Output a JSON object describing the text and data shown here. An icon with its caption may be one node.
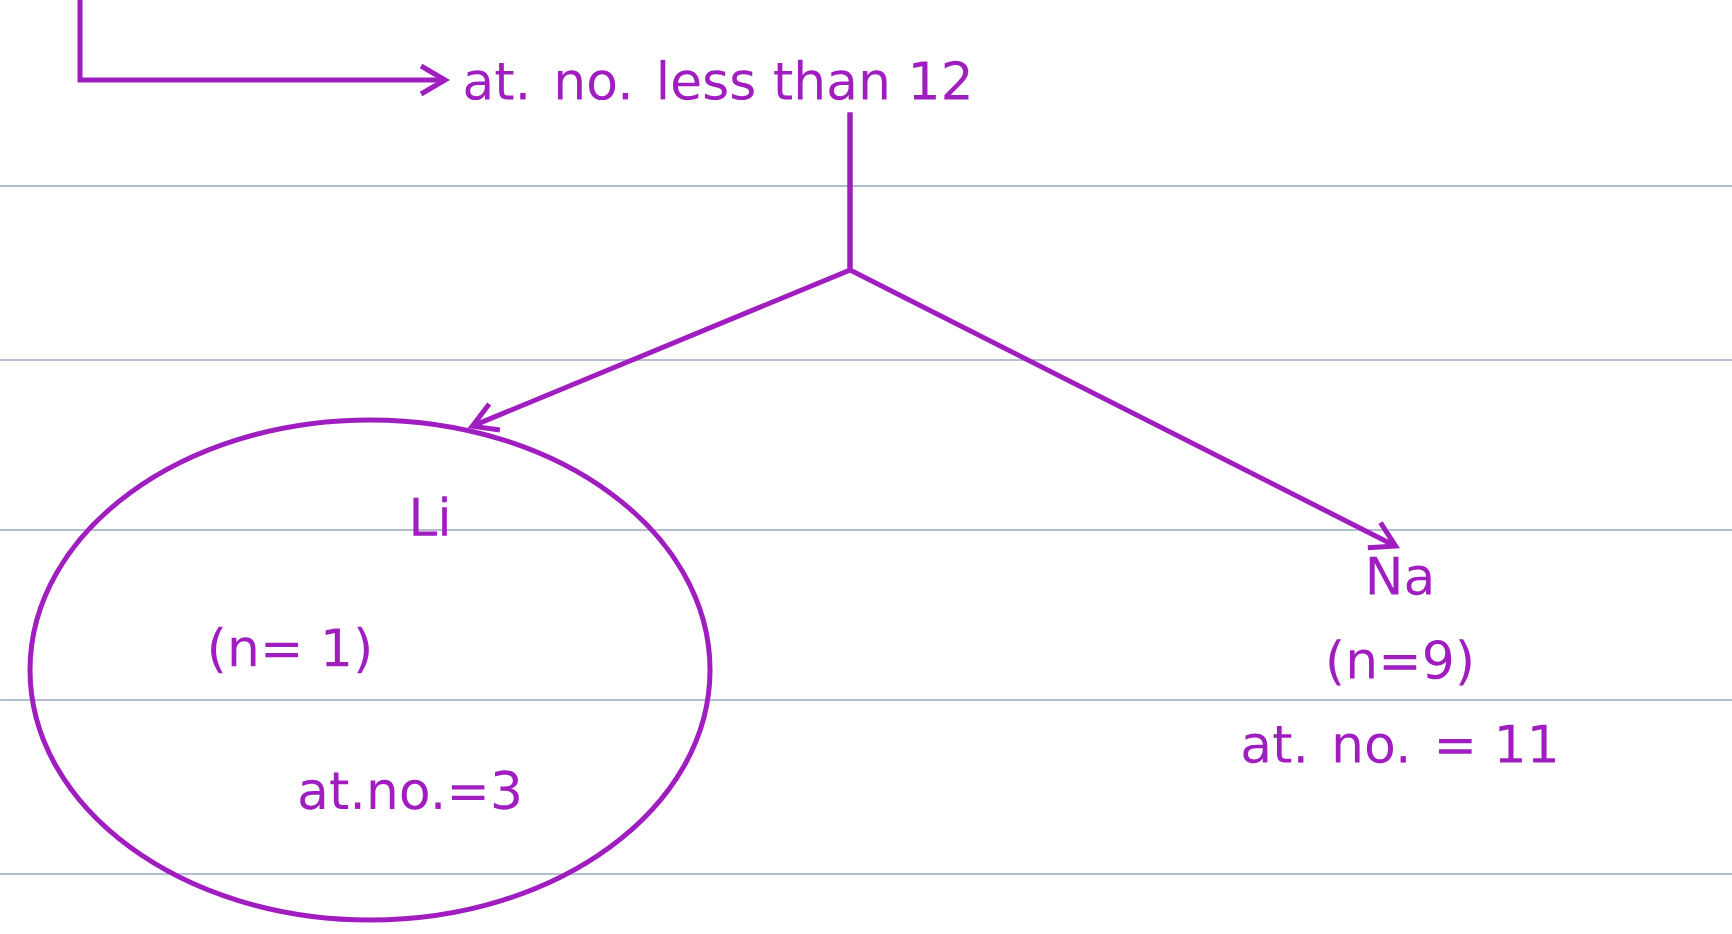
{
  "diagram": {
    "nodes": [
      {
        "text": [
          "at. no. less than 12"
        ]
      },
      {
        "text": [
          "Li",
          "(n= 1)",
          "at.no.=3"
        ]
      },
      {
        "text": [
          "Na",
          "(n=9)",
          "at. no. = 11"
        ]
      }
    ],
    "edges": [
      {
        "from": null,
        "to": 0,
        "arrow": "to"
      },
      {
        "from": 0,
        "to": 1,
        "arrow": "to"
      },
      {
        "from": 0,
        "to": 2,
        "arrow": "to"
      }
    ]
  }
}
